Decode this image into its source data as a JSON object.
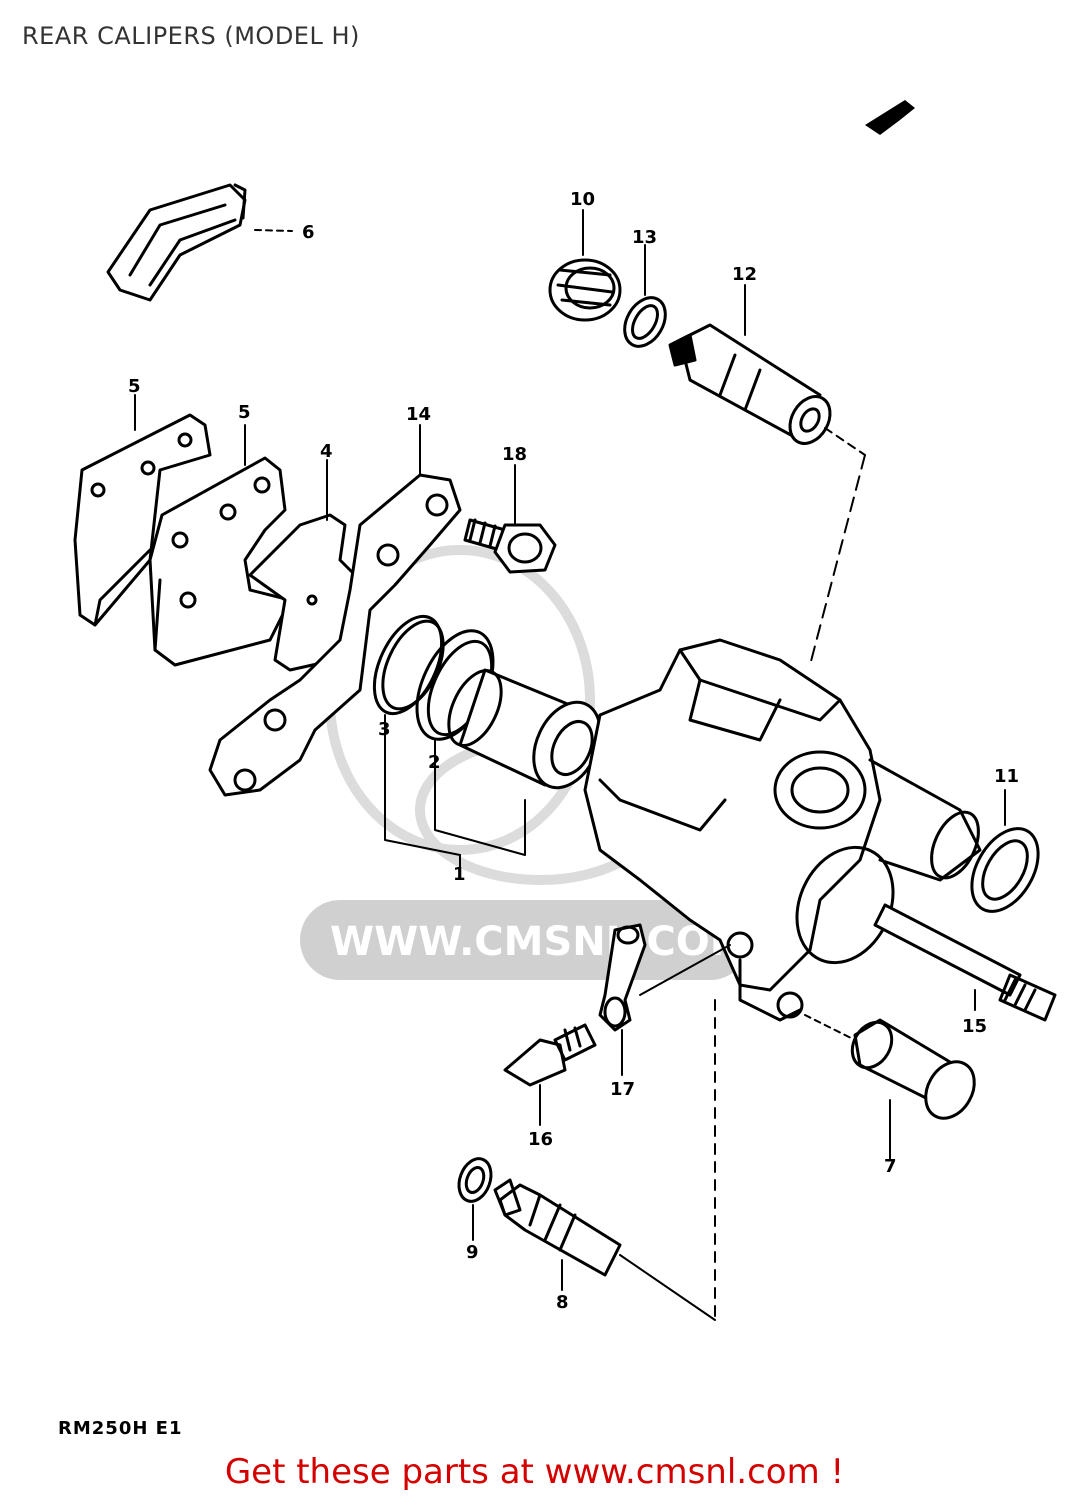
{
  "page_title": "REAR CALIPERS (MODEL H)",
  "footer_text": "Get these parts at www.cmsnl.com !",
  "diagram_code": "RM250H E1",
  "watermark": "WWW.CMSNL.COM",
  "colors": {
    "footer": "#d40000",
    "title": "#333333",
    "line": "#000000",
    "watermark": "#d0d0d0"
  },
  "part_labels": [
    "1",
    "2",
    "3",
    "4",
    "5",
    "5",
    "6",
    "7",
    "8",
    "9",
    "10",
    "11",
    "12",
    "13",
    "14",
    "15",
    "16",
    "17",
    "18"
  ]
}
